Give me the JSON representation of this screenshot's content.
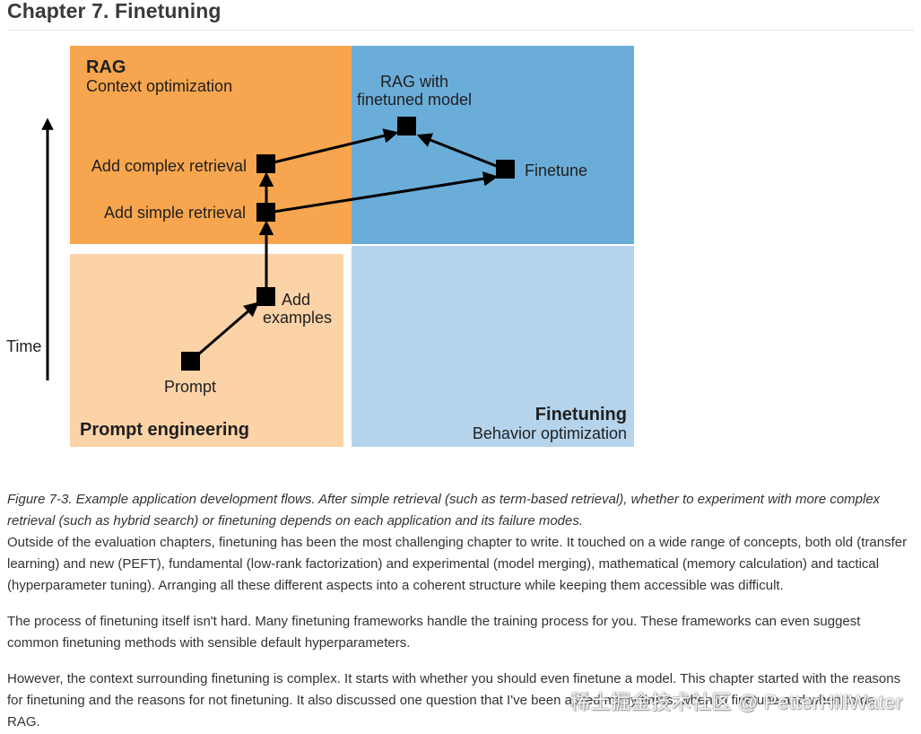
{
  "page": {
    "title": "Chapter 7. Finetuning"
  },
  "figure": {
    "quadrants": {
      "rag": {
        "title": "RAG",
        "subtitle": "Context optimization",
        "color": "#f7a64f"
      },
      "combined": {
        "color": "#6badd9"
      },
      "prompt": {
        "title": "Prompt engineering",
        "color": "#fcd3a7"
      },
      "finetuning": {
        "title": "Finetuning",
        "subtitle": "Behavior optimization",
        "color": "#b5d4ec"
      }
    },
    "axis_label": "Time",
    "nodes": {
      "prompt": "Prompt",
      "add_examples_line1": "Add",
      "add_examples_line2": "examples",
      "add_simple": "Add simple retrieval",
      "add_complex": "Add complex retrieval",
      "rag_finetuned_line1": "RAG with",
      "rag_finetuned_line2": "finetuned model",
      "finetune": "Finetune"
    }
  },
  "caption": "Figure 7-3. Example application development flows. After simple retrieval (such as term-based retrieval), whether to experiment with more complex retrieval (such as hybrid search) or finetuning depends on each application and its failure modes.",
  "paragraphs": {
    "p1": "Outside of the evaluation chapters, finetuning has been the most challenging chapter to write. It touched on a wide range of concepts, both old (transfer learning) and new (PEFT), fundamental (low-rank factorization) and experimental (model merging), mathematical (memory calculation) and tactical (hyperparameter tuning). Arranging all these different aspects into a coherent structure while keeping them accessible was difficult.",
    "p2": "The process of finetuning itself isn't hard. Many finetuning frameworks handle the training process for you. These frameworks can even suggest common finetuning methods with sensible default hyperparameters.",
    "p3": "However, the context surrounding finetuning is complex. It starts with whether you should even finetune a model. This chapter started with the reasons for finetuning and the reasons for not finetuning. It also discussed one question that I've been asked many times: when to finetune and when to do RAG."
  },
  "watermark": "稀土掘金技术社区 @ PetterHillWater"
}
